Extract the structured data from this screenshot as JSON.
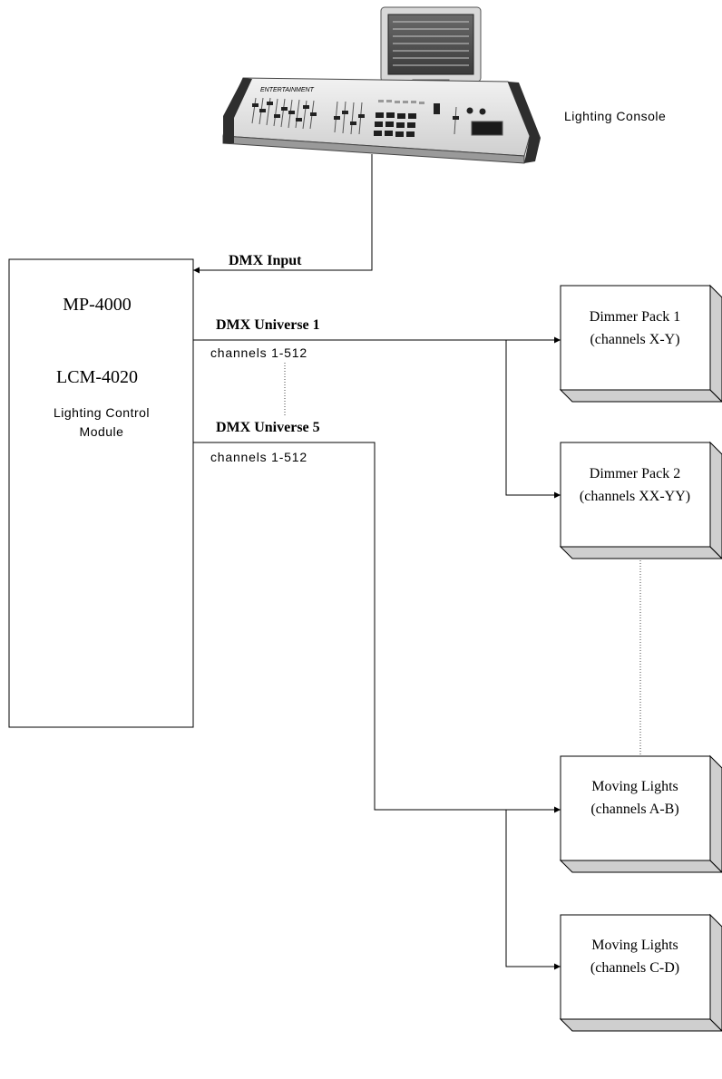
{
  "console": {
    "label": "Lighting Console",
    "brand": "ENTERTAINMENT"
  },
  "input_label": "DMX  Input",
  "module": {
    "model": "MP-4000",
    "card": "LCM-4020",
    "desc_line1": "Lighting Control",
    "desc_line2": "Module"
  },
  "universes": [
    {
      "label": "DMX Universe 1",
      "channels": "channels 1-512"
    },
    {
      "label": "DMX Universe 5",
      "channels": "channels 1-512"
    }
  ],
  "devices": [
    {
      "line1": "Dimmer Pack 1",
      "line2": "(channels X-Y)"
    },
    {
      "line1": "Dimmer Pack 2",
      "line2": "(channels XX-YY)"
    },
    {
      "line1": "Moving Lights",
      "line2": "(channels A-B)"
    },
    {
      "line1": "Moving Lights",
      "line2": "(channels C-D)"
    }
  ]
}
